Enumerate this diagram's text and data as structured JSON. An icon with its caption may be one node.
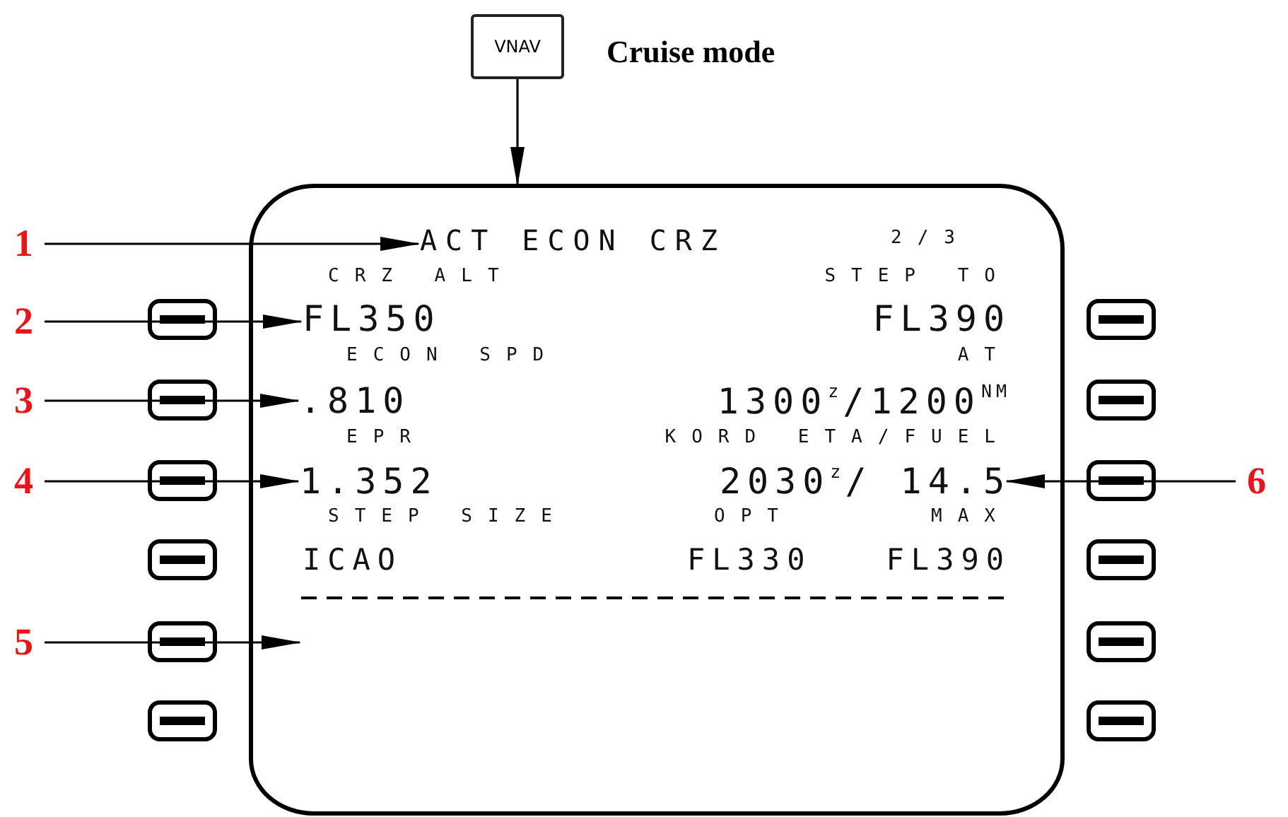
{
  "diagram": {
    "nodes": [
      {
        "text": [
          "VNAV"
        ],
        "beside": [
          "Cruise mode"
        ]
      },
      {
        "text": [],
        "shape": "box"
      },
      {
        "text": [
          "ACT ECON CRZ"
        ],
        "in": 1
      },
      {
        "text": [
          "FL350"
        ],
        "in": 1
      },
      {
        "text": [
          ".810"
        ],
        "in": 1
      },
      {
        "text": [
          "1.352"
        ],
        "in": 1
      },
      {
        "text": [
          "2030$^{z}$/ 14.5"
        ],
        "in": 1
      },
      {
        "text": [
          "1"
        ]
      },
      {
        "text": [
          "2"
        ]
      },
      {
        "text": [
          "3"
        ]
      },
      {
        "text": [
          "4"
        ]
      },
      {
        "text": [
          "5"
        ]
      },
      {
        "text": [
          "6"
        ]
      }
    ],
    "edges": [
      {
        "from": 0,
        "to": 1,
        "arrow": "to"
      },
      {
        "from": 7,
        "to": 2,
        "arrow": "to"
      },
      {
        "from": 8,
        "to": 3,
        "arrow": "to"
      },
      {
        "from": 9,
        "to": 4,
        "arrow": "to"
      },
      {
        "from": 10,
        "to": 5,
        "arrow": "to"
      },
      {
        "from": 11,
        "to": null,
        "arrow": "to"
      },
      {
        "from": 12,
        "to": 6,
        "arrow": "to"
      }
    ],
    "labels": [
      "2/3",
      "CRZ ALT",
      "STEP TO",
      "FL390",
      "ECON SPD",
      "AT",
      "1300$^{z}$/1200$^{NM}$",
      "EPR",
      "KORD ETA/FUEL",
      "STEP SIZE",
      "OPT",
      "MAX",
      "ICAO",
      "FL330",
      "FL390"
    ]
  }
}
